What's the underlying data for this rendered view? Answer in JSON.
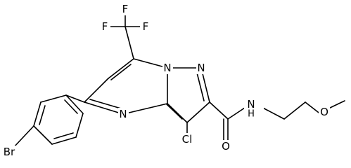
{
  "molecule": {
    "atoms": {
      "f1": "F",
      "f2": "F",
      "f3": "F",
      "n_bridge": "N",
      "n_pyrazole": "N",
      "n_pyrimidine": "N",
      "cl": "Cl",
      "o_carbonyl": "O",
      "n_amide": "N",
      "h_amide": "H",
      "o_ether": "O",
      "br": "Br"
    }
  }
}
